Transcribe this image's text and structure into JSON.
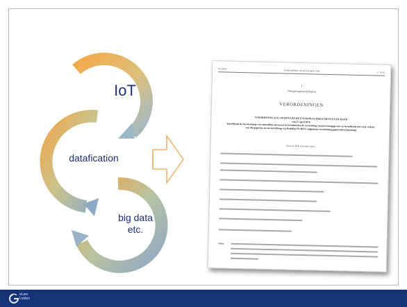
{
  "slide": {
    "cycle": {
      "items": [
        {
          "label": "IoT"
        },
        {
          "label": "datafication"
        },
        {
          "label": "big data\netc."
        }
      ]
    },
    "document": {
      "header_left": "4.5.2016",
      "header_center": "Publicatieblad van de Europese Unie",
      "header_right": "L 119/1",
      "number": "I",
      "section": "(Wetgevingshandelingen)",
      "title": "VERORDENINGEN",
      "heading": "VERORDENING (EU) 2016/679 VAN HET EUROPEES PARLEMENT EN DE RAAD\nvan 27 april 2016\nbetreffende de bescherming van natuurlijke personen in verband met de verwerking van persoonsgegevens en betreffende het vrije verkeer van die gegevens en tot intrekking van Richtlijn 95/46/EG (algemene verordening gegevensbescherming)",
      "eea_note": "(Voor de EER relevante tekst)"
    },
    "footer": {
      "logo_text": "eLaw\nLeiden"
    }
  }
}
